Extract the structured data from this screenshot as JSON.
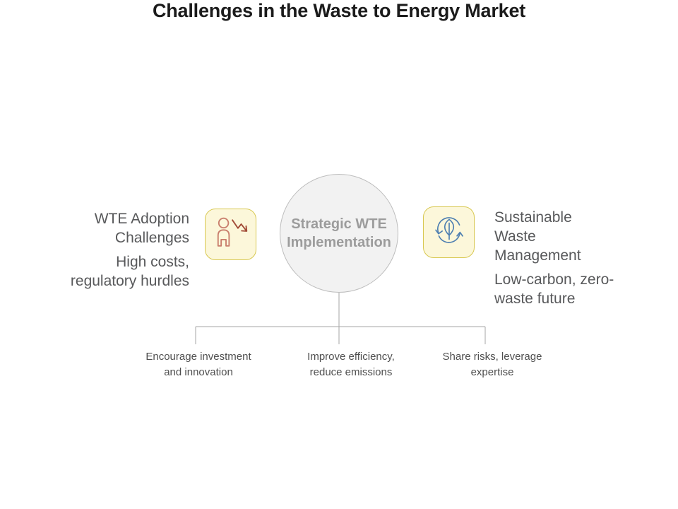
{
  "title": "Challenges in the Waste to Energy Market",
  "center_node": {
    "label": "Strategic WTE\nImplementation"
  },
  "left_node": {
    "icon": "person-decline-icon",
    "heading": "WTE Adoption\nChallenges",
    "subtext": "High costs,\nregulatory hurdles"
  },
  "right_node": {
    "icon": "leaf-recycle-icon",
    "heading": "Sustainable\nWaste\nManagement",
    "subtext": "Low-carbon, zero-\nwaste future"
  },
  "branches": [
    {
      "label": "Encourage investment\nand innovation"
    },
    {
      "label": "Improve efficiency,\nreduce emissions"
    },
    {
      "label": "Share risks, leverage\nexpertise"
    }
  ],
  "colors": {
    "background": "#ffffff",
    "title_text": "#1b1b1b",
    "circle_fill": "#f2f2f2",
    "circle_border": "#bdbdbd",
    "circle_text": "#9c9c9c",
    "side_text": "#58595b",
    "branch_text": "#4f4f4f",
    "connector_line": "#a6a6a6",
    "icon_card_fill": "#fcf7da",
    "icon_card_border": "#d8c851",
    "person_icon": "#c97f6d",
    "decline_arrow_icon": "#a14a36",
    "leaf_recycle_icon": "#4e7fb1"
  }
}
